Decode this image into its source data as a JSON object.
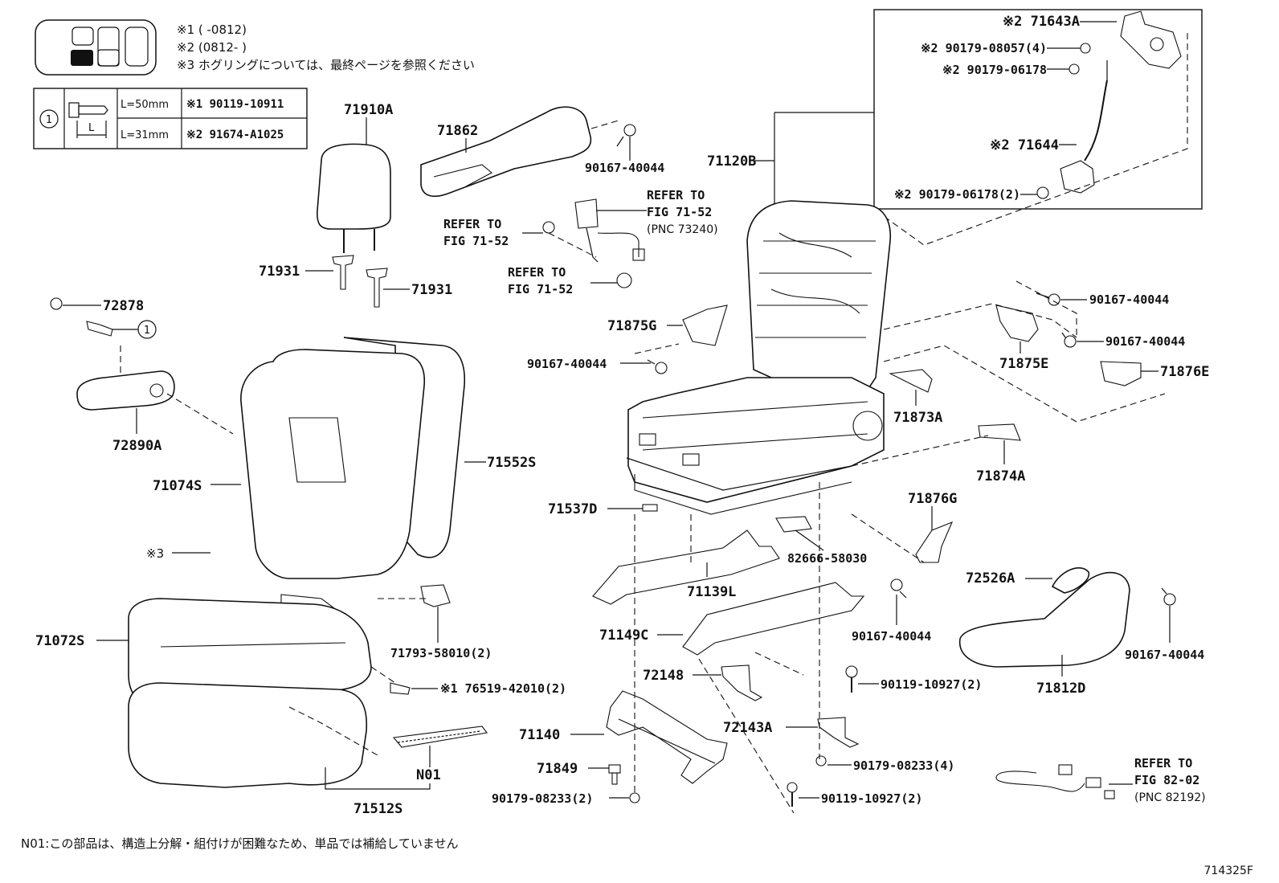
{
  "legend": {
    "note1": "※1 (      -0812)",
    "note2": "※2 (0812-      )",
    "note3": "※3  ホグリングについては、最終ページを参照ください"
  },
  "bolt_table": {
    "index": "1",
    "dimension_label": "L",
    "rows": [
      {
        "length": "L=50mm",
        "part": "※1 90119-10911"
      },
      {
        "length": "L=31mm",
        "part": "※2 91674-A1025"
      }
    ]
  },
  "parts": {
    "p71910A": "71910A",
    "p71862": "71862",
    "p90167_top": "90167-40044",
    "p71120B": "71120B",
    "p71643A": "※2 71643A",
    "p90179_08057": "※2 90179-08057(4)",
    "p90179_06178a": "※2 90179-06178",
    "p71644": "※2 71644",
    "p90179_06178b": "※2 90179-06178(2)",
    "p71931a": "71931",
    "p71931b": "71931",
    "p72878": "72878",
    "p72890A": "72890A",
    "p71074S": "71074S",
    "p71552S": "71552S",
    "p3": "※3",
    "p71072S": "71072S",
    "p71793": "71793-58010(2)",
    "p76519": "※1 76519-42010(2)",
    "pN01": "N01",
    "p71512S": "71512S",
    "p71875G": "71875G",
    "p90167_left": "90167-40044",
    "p90167_r1": "90167-40044",
    "p90167_r2": "90167-40044",
    "p71875E": "71875E",
    "p71876E": "71876E",
    "p71873A": "71873A",
    "p71874A": "71874A",
    "p71537D": "71537D",
    "p71876G": "71876G",
    "p82666": "82666-58030",
    "p71139L": "71139L",
    "p72526A": "72526A",
    "p71149C": "71149C",
    "p90167_mid": "90167-40044",
    "p90167_br": "90167-40044",
    "p72148": "72148",
    "p90119_a": "90119-10927(2)",
    "p71812D": "71812D",
    "p72143A": "72143A",
    "p71140": "71140",
    "p90179_08233a": "90179-08233(4)",
    "p71849": "71849",
    "p90179_08233b": "90179-08233(2)",
    "p90119_b": "90119-10927(2)"
  },
  "refs": {
    "r1_line1": "REFER TO",
    "r1_line2": "FIG 71-52",
    "r1_line3": "(PNC 73240)",
    "r2_line1": "REFER TO",
    "r2_line2": "FIG 71-52",
    "r3_line1": "REFER TO",
    "r3_line2": "FIG 71-52",
    "r4_line1": "REFER TO",
    "r4_line2": "FIG 82-02",
    "r4_line3": "(PNC 82192)"
  },
  "footer": {
    "note": "N01:この部品は、構造上分解・組付けが困難なため、単品では補給していません",
    "figure_id": "714325F"
  }
}
